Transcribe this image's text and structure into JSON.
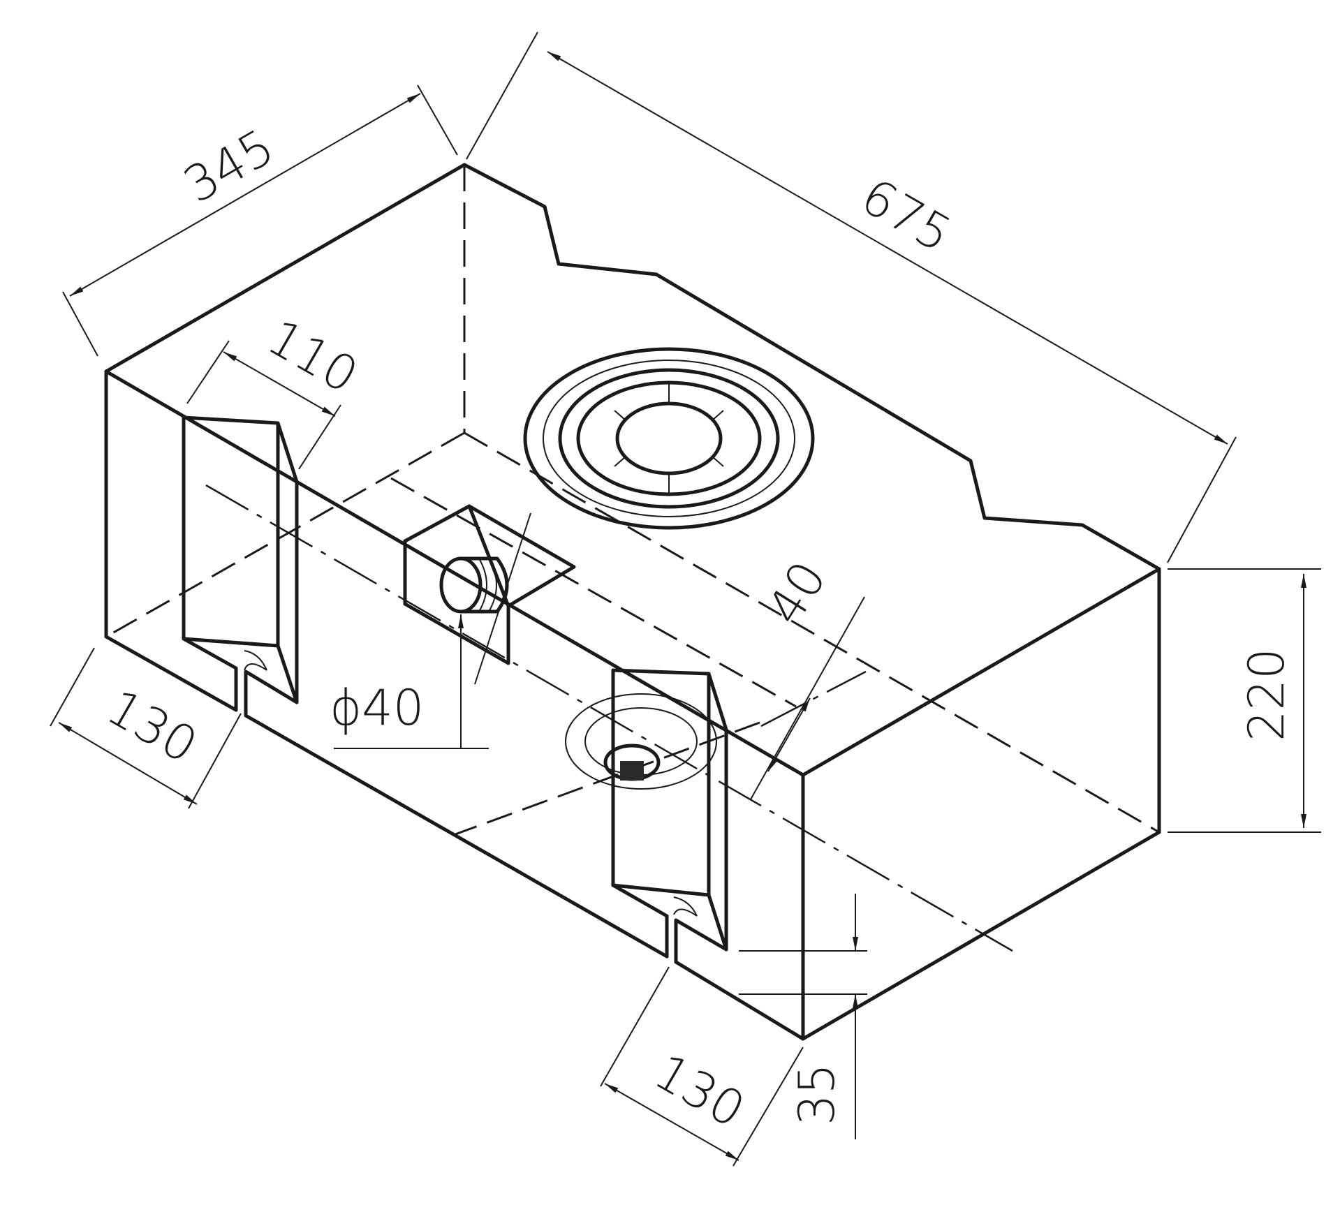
{
  "colors": {
    "line": "#1a1a1a",
    "background": "#ffffff"
  },
  "dimensions": {
    "depth": "345",
    "length": "675",
    "slot_width": "110",
    "left_leg": "130",
    "right_leg": "130",
    "hole_diameter": "ϕ40",
    "offset": "40",
    "height": "220",
    "foot_height": "35"
  }
}
